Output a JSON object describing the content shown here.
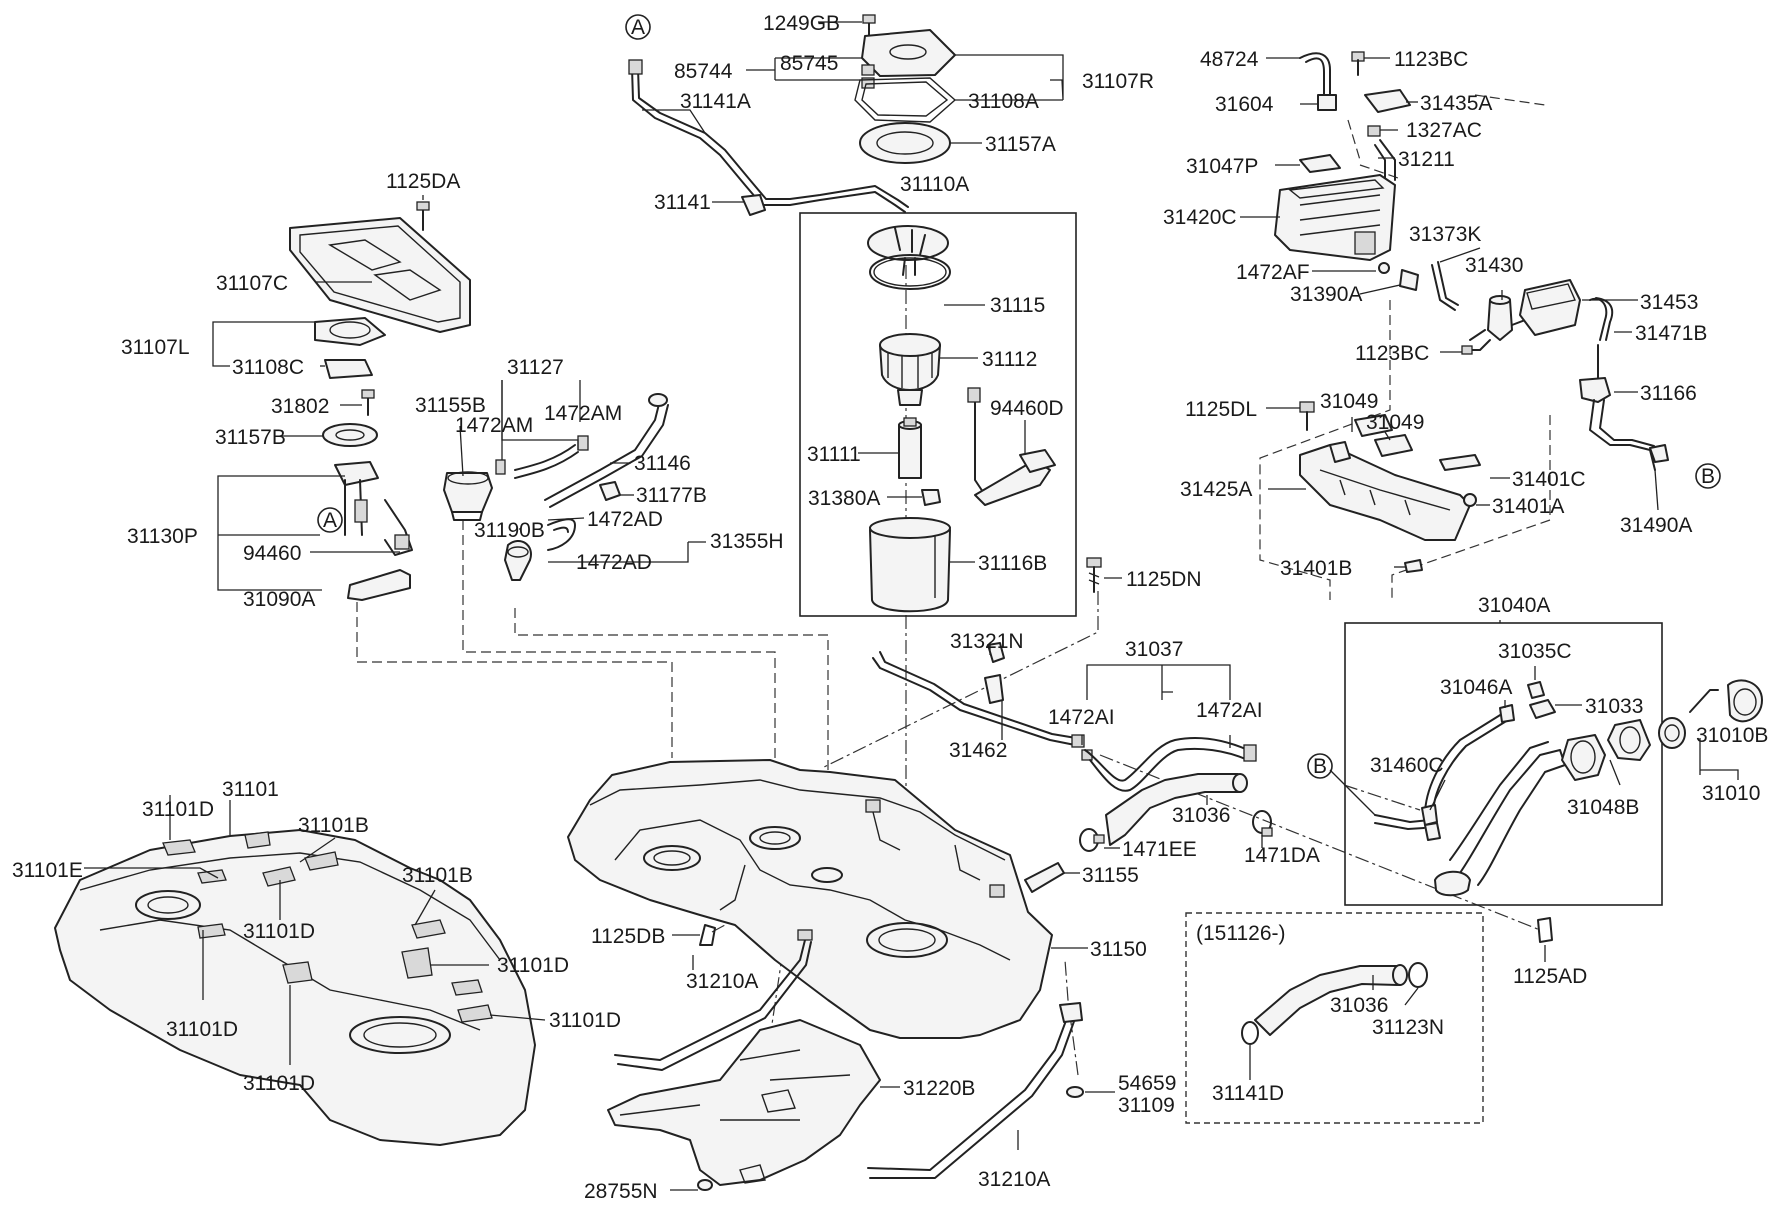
{
  "callouts": {
    "A_top": "A",
    "A_left": "A",
    "B_right": "B",
    "B_filler": "B"
  },
  "labels": {
    "p1249GB": "1249GB",
    "p85744": "85744",
    "p85745": "85745",
    "p31107R": "31107R",
    "p31108A": "31108A",
    "p31141A": "31141A",
    "p31157A": "31157A",
    "p31141": "31141",
    "p31110A": "31110A",
    "p31115": "31115",
    "p31112": "31112",
    "p94460D": "94460D",
    "p31111": "31111",
    "p31380A": "31380A",
    "p31116B": "31116B",
    "p1125DN": "1125DN",
    "p1125DA": "1125DA",
    "p31107C": "31107C",
    "p31107L": "31107L",
    "p31108C": "31108C",
    "p31802": "31802",
    "p31157B": "31157B",
    "p31130P": "31130P",
    "p94460": "94460",
    "p31090A": "31090A",
    "p31127": "31127",
    "p31155B": "31155B",
    "p1472AM_a": "1472AM",
    "p1472AM_b": "1472AM",
    "p31146": "31146",
    "p31177B": "31177B",
    "p1472AD_a": "1472AD",
    "p31190B": "31190B",
    "p31355H": "31355H",
    "p1472AD_b": "1472AD",
    "p48724": "48724",
    "p1123BC_a": "1123BC",
    "p31435A": "31435A",
    "p31604": "31604",
    "p1327AC": "1327AC",
    "p31047P": "31047P",
    "p31211": "31211",
    "p31420C": "31420C",
    "p31373K": "31373K",
    "p1472AF": "1472AF",
    "p31430": "31430",
    "p31390A": "31390A",
    "p31453": "31453",
    "p31471B": "31471B",
    "p1123BC_b": "1123BC",
    "p31166": "31166",
    "p1125DL": "1125DL",
    "p31049_a": "31049",
    "p31049_b": "31049",
    "p31401C": "31401C",
    "p31425A": "31425A",
    "p31401A": "31401A",
    "p31490A": "31490A",
    "p31401B": "31401B",
    "p31321N": "31321N",
    "p31037": "31037",
    "p1472AI_a": "1472AI",
    "p1472AI_b": "1472AI",
    "p31462": "31462",
    "p31036": "31036",
    "p1471EE": "1471EE",
    "p1471DA": "1471DA",
    "p31155": "31155",
    "p31150": "31150",
    "p1125DB": "1125DB",
    "p31210A_a": "31210A",
    "p31220B": "31220B",
    "p28755N": "28755N",
    "p31210A_b": "31210A",
    "p54659": "54659",
    "p31109": "31109",
    "p31040A": "31040A",
    "p31035C": "31035C",
    "p31046A": "31046A",
    "p31033": "31033",
    "p31460C": "31460C",
    "p31048B": "31048B",
    "p31010B": "31010B",
    "p31010": "31010",
    "p1125AD": "1125AD",
    "p151126": "(151126-)",
    "p31036_b": "31036",
    "p31123N": "31123N",
    "p31141D": "31141D",
    "p31101": "31101",
    "p31101D_1": "31101D",
    "p31101B_1": "31101B",
    "p31101E": "31101E",
    "p31101B_2": "31101B",
    "p31101D_2": "31101D",
    "p31101D_3": "31101D",
    "p31101D_4": "31101D",
    "p31101D_5": "31101D",
    "p31101D_6": "31101D"
  }
}
